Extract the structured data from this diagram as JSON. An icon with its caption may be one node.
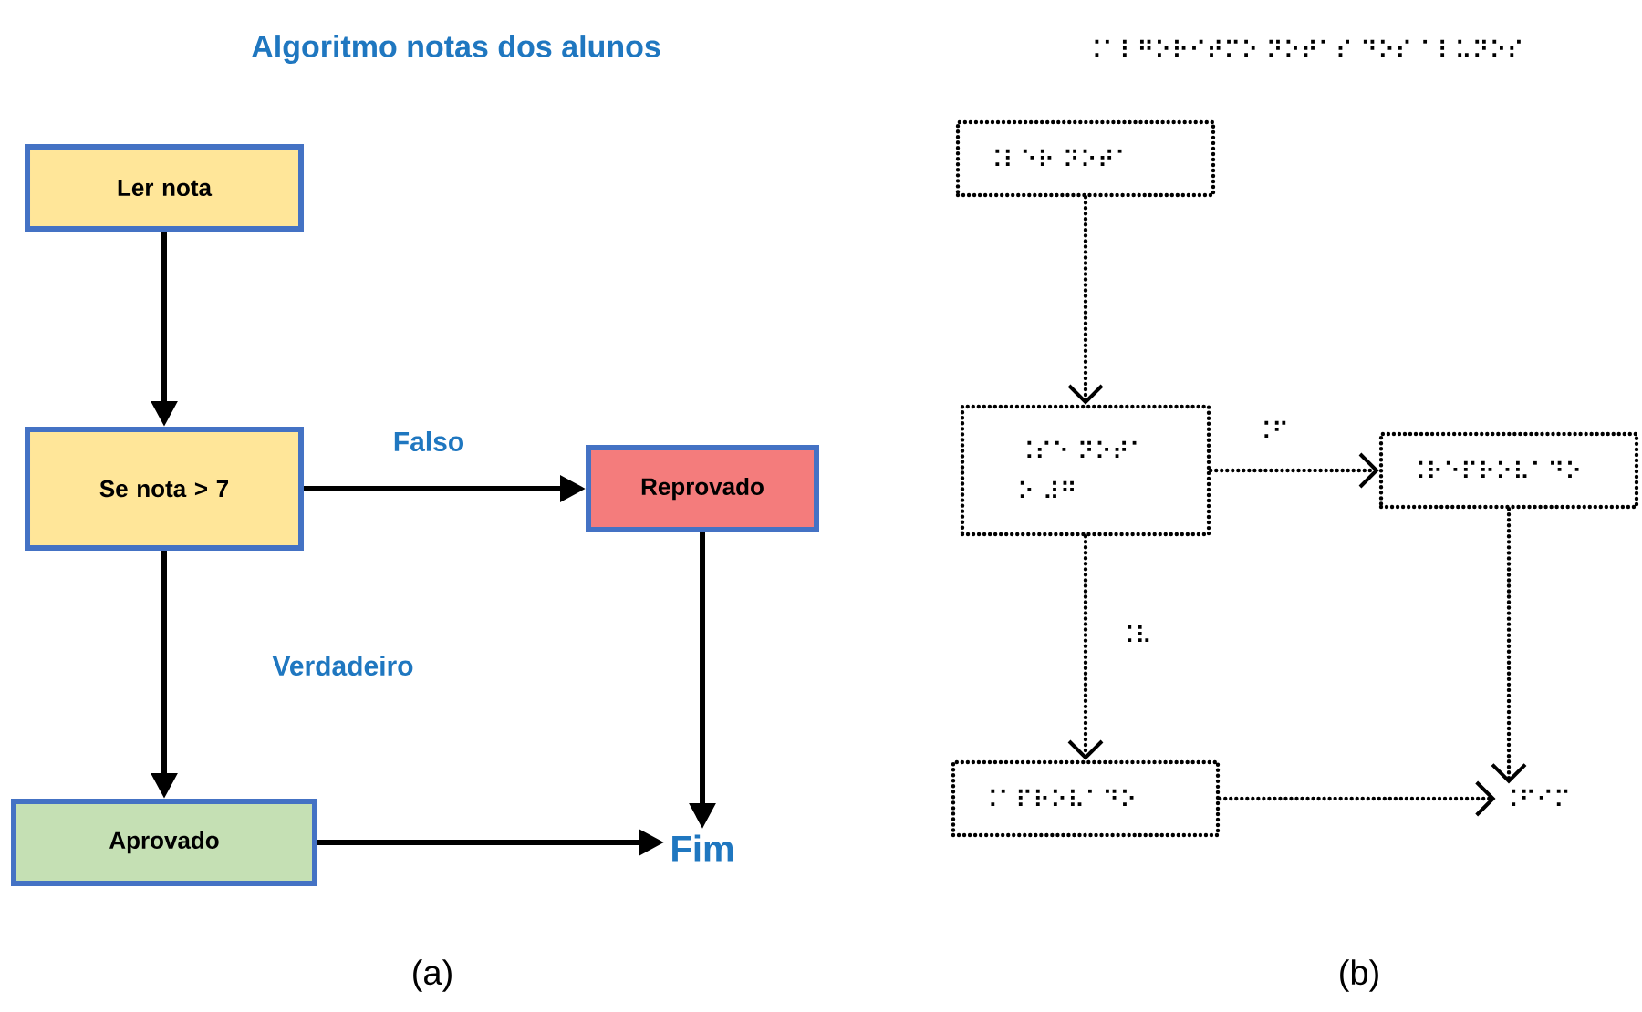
{
  "diagram": {
    "title": "Algoritmo notas dos alunos",
    "nodes": [
      {
        "text": [
          "Ler nota"
        ]
      },
      {
        "text": [
          "Se nota > 7"
        ]
      },
      {
        "text": [
          "Reprovado"
        ]
      },
      {
        "text": [
          "Aprovado"
        ]
      },
      {
        "text": [
          "Fim"
        ]
      },
      {
        "text": [
          "⠨⠇⠑⠗ ⠝⠕⠞⠁"
        ]
      },
      {
        "text": [
          "⠨⠎⠑ ⠝⠕⠞⠁ ⠕ ⠼⠛"
        ]
      },
      {
        "text": [
          "⠨⠗⠑⠏⠗⠕⠧⠁⠙⠕"
        ]
      },
      {
        "text": [
          "⠨⠁⠏⠗⠕⠧⠁⠙⠕"
        ]
      },
      {
        "text": [
          "⠨⠋⠊⠍"
        ]
      }
    ],
    "edges": [
      {
        "from": 0,
        "to": 1,
        "arrow": "to"
      },
      {
        "from": 1,
        "to": 2,
        "arrow": "to",
        "label": "Falso"
      },
      {
        "from": 1,
        "to": 3,
        "arrow": "to",
        "label": "Verdadeiro"
      },
      {
        "from": 2,
        "to": 4,
        "arrow": "to"
      },
      {
        "from": 3,
        "to": 4,
        "arrow": "to"
      },
      {
        "from": 5,
        "to": 6,
        "arrow": "to",
        "style": "dashed"
      },
      {
        "from": 6,
        "to": 7,
        "arrow": "to",
        "label": "⠨⠋",
        "style": "dashed"
      },
      {
        "from": 6,
        "to": 8,
        "arrow": "to",
        "label": "⠨⠧",
        "style": "dashed"
      },
      {
        "from": 7,
        "to": 9,
        "arrow": "to",
        "style": "dashed"
      },
      {
        "from": 8,
        "to": 9,
        "arrow": "to",
        "style": "dashed"
      }
    ],
    "labels": [
      "⠨⠁⠇⠛⠕⠗⠊⠞⠍⠕ ⠝⠕⠞⠁⠎ ⠙⠕⠎ ⠁⠇⠥⠝⠕⠎",
      "(a)",
      "(b)"
    ]
  }
}
